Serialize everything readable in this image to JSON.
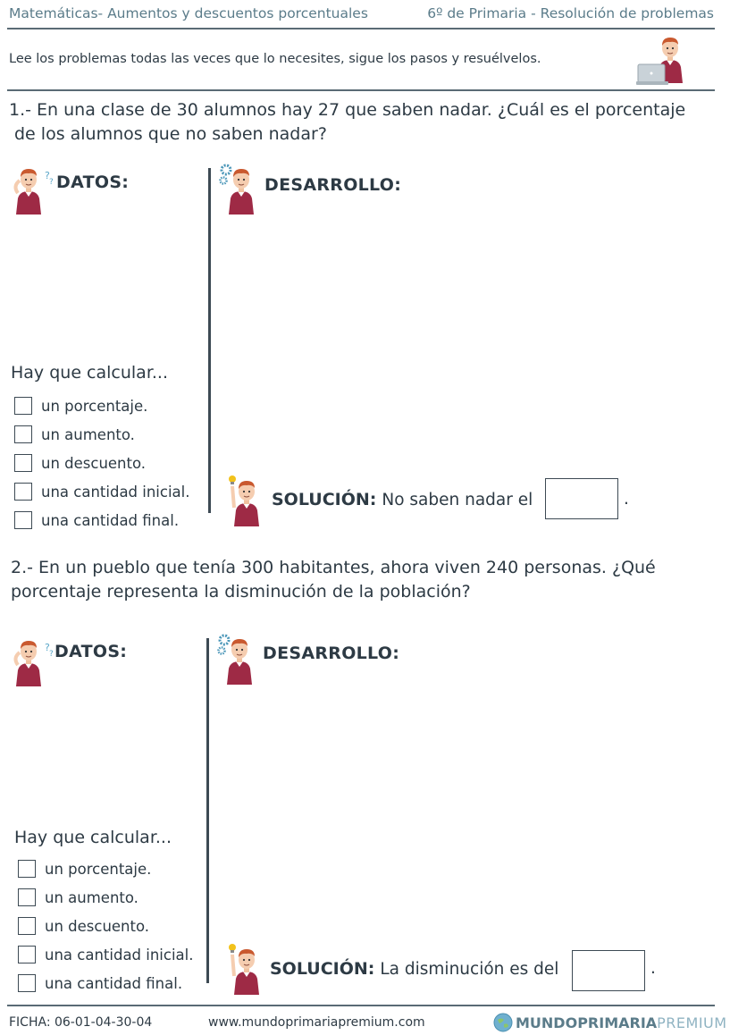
{
  "header": {
    "left": "Matemáticas- Aumentos y descuentos porcentuales",
    "right": "6º de Primaria - Resolución de problemas"
  },
  "intro": "Lee los problemas todas las veces que lo necesites, sigue los pasos y resuélvelos.",
  "labels": {
    "datos": "DATOS:",
    "desarrollo": "DESARROLLO:",
    "solucion": "SOLUCIÓN:"
  },
  "problems": [
    {
      "line1": "1.- En una clase de 30 alumnos hay 27 que saben nadar. ¿Cuál es el porcentaje",
      "line2": "de los alumnos que no saben nadar?",
      "hay": "Hay que calcular...",
      "options": [
        "un porcentaje.",
        "un aumento.",
        "un descuento.",
        "una cantidad inicial.",
        "una cantidad final."
      ],
      "solution_text": "No saben nadar el",
      "solution_end": "."
    },
    {
      "line1": "2.- En un pueblo que tenía 300 habitantes, ahora viven 240 personas. ¿Qué",
      "line2": "porcentaje representa la disminución de la población?",
      "hay": "Hay que calcular...",
      "options": [
        "un porcentaje.",
        "un aumento.",
        "un descuento.",
        "una cantidad inicial.",
        "una cantidad final."
      ],
      "solution_text": "La disminución es del",
      "solution_end": "."
    }
  ],
  "footer": {
    "ficha": "FICHA:  06-01-04-30-04",
    "url": "www.mundoprimariapremium.com",
    "brand_main": "MUNDOPRIMARIA",
    "brand_sub": "PREMIUM"
  }
}
